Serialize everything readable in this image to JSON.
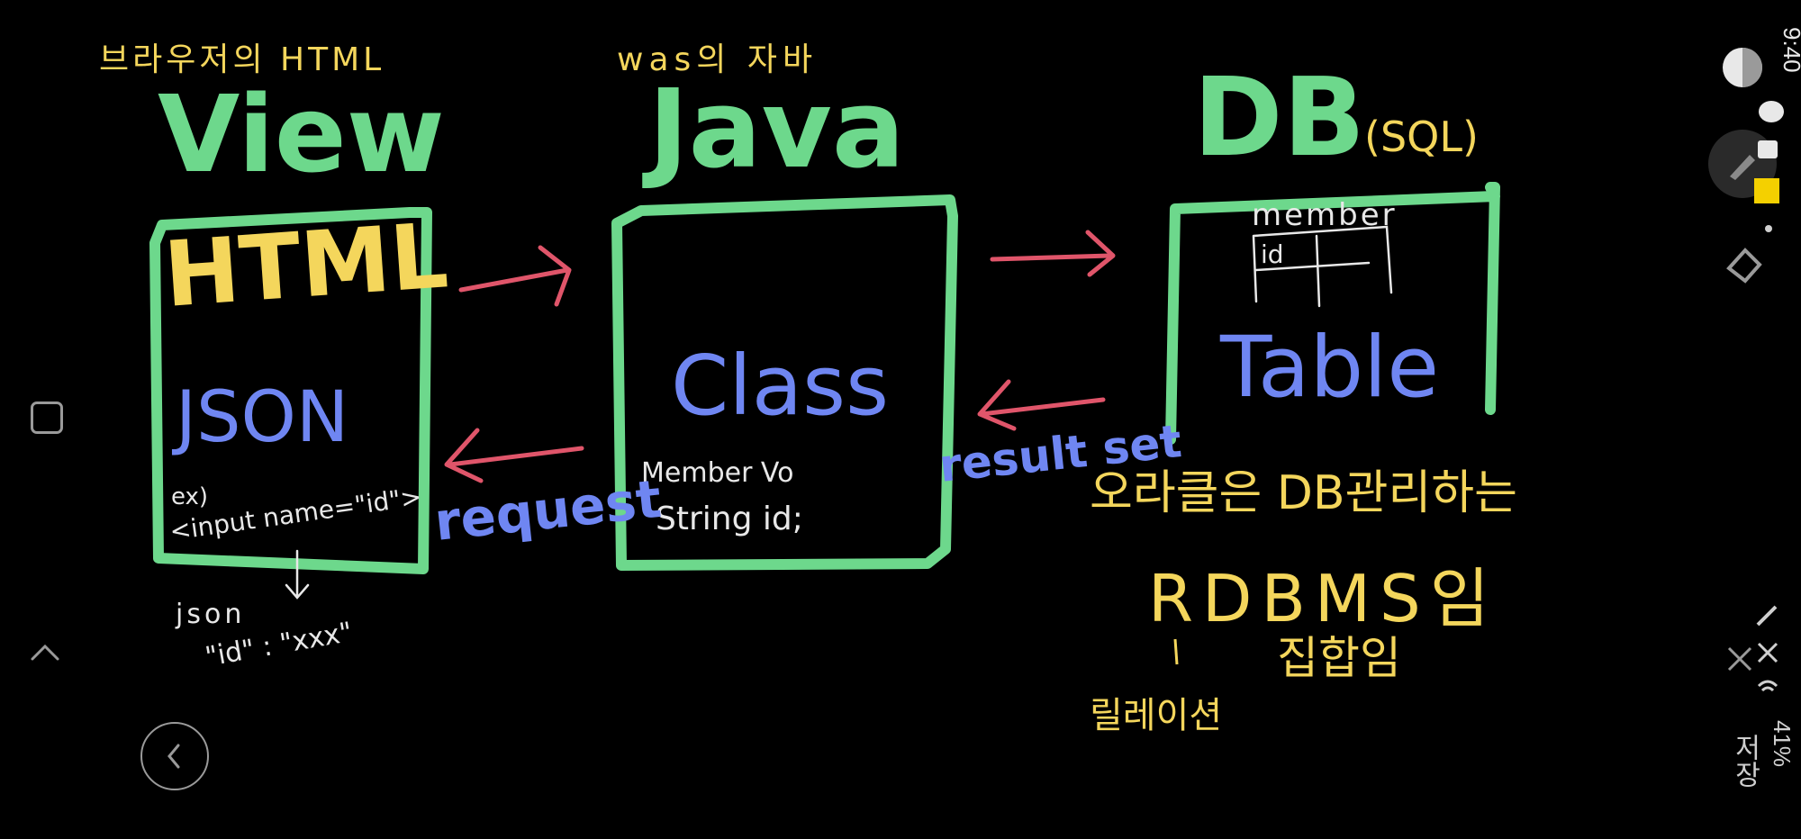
{
  "notes": {
    "view_caption": "브라우저의 HTML",
    "view_title": "View",
    "java_caption": "was의 자바",
    "java_title": "Java",
    "db_title": "DB",
    "db_sql": "(SQL)",
    "html_label": "HTML",
    "json_label": "JSON",
    "json_example_1": "ex)",
    "json_example_2": "<input name=\"id\">",
    "json_result_1": "json",
    "json_result_2": "\"id\" : \"xxx\"",
    "request_label": "request",
    "class_label": "Class",
    "class_note_1": "Member Vo",
    "class_note_2": "String id;",
    "resultset_label": "result set",
    "table_label": "Table",
    "table_caption": "member",
    "table_cell": "id",
    "oracle_note": "오라클은 DB관리하는",
    "rdbms_note": "RDBMS임",
    "relation_note": "릴레이션",
    "set_note": "집합임"
  },
  "status": {
    "time": "9:40",
    "battery": "41%",
    "save_label": "저장"
  },
  "icons": {
    "square": "recent-apps-icon",
    "up": "chevron-up-icon",
    "back": "back-arrow-icon"
  },
  "colors": {
    "yellow": "#f4d65c",
    "green": "#6dd88c",
    "blue": "#6f86f2",
    "red": "#e0556a",
    "white": "#e8e8e8"
  }
}
